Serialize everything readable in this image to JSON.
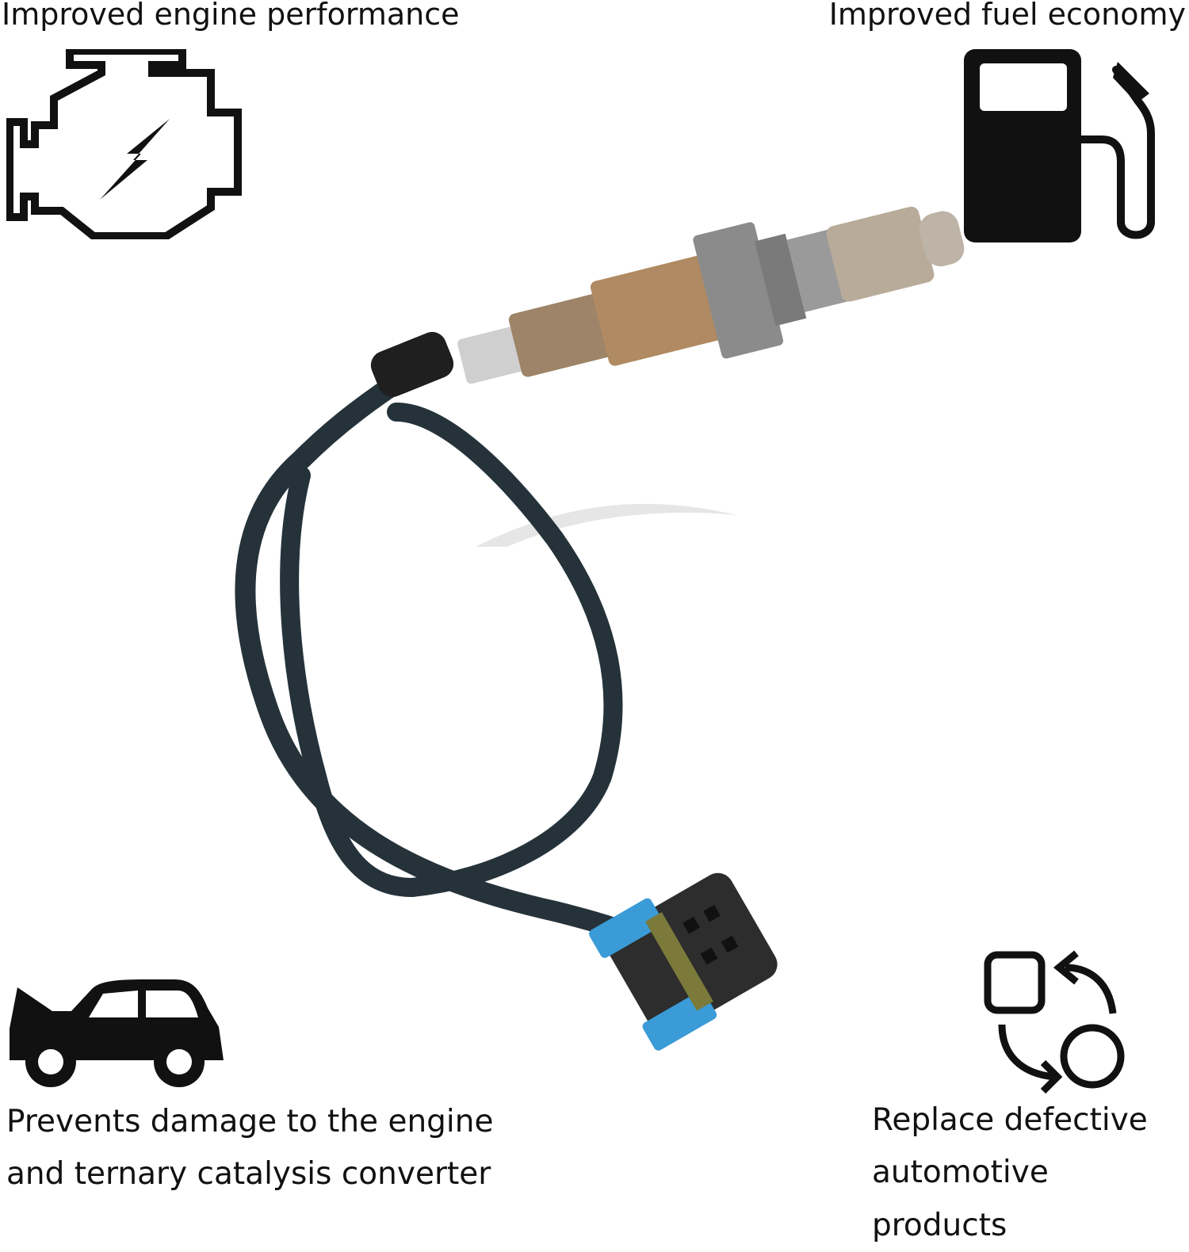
{
  "features": {
    "top_left": "Improved engine performance",
    "top_right": "Improved fuel economy",
    "bottom_left": "Prevents damage to the engine and ternary catalysis converter",
    "bottom_right": "Replace defective automotive products"
  },
  "icons": [
    "engine-icon",
    "fuel-pump-icon",
    "car-icon",
    "replace-cycle-icon"
  ],
  "colors": {
    "text": "#111111",
    "cable": "#25323a",
    "connector_clip": "#3a9bd6",
    "sensor_body": "#b08a62"
  }
}
